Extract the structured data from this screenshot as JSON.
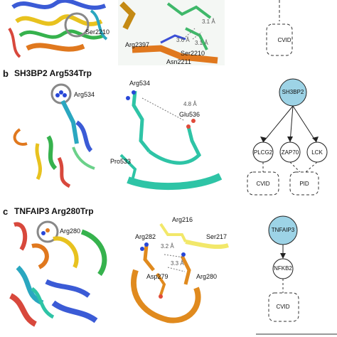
{
  "panels": [
    {
      "letter": "",
      "title": "",
      "structure_labels": [
        "Ser2210"
      ],
      "closeup_labels": [
        "Arg2397",
        "Ser2210",
        "Asn2211"
      ],
      "distances": [
        "3.1 Å",
        "3.6 Å",
        "3.1 Å"
      ],
      "network": {
        "nodes": [
          "CVID"
        ]
      }
    },
    {
      "letter": "b",
      "title": "SH3BP2 Arg534Trp",
      "structure_labels": [
        "Arg534"
      ],
      "closeup_labels": [
        "Arg534",
        "Glu536",
        "Pro533"
      ],
      "distances": [
        "4.8 Å"
      ],
      "network": {
        "nodes": [
          "SH3BP2",
          "PLCG2",
          "ZAP70",
          "LCK",
          "CVID",
          "PID"
        ]
      }
    },
    {
      "letter": "c",
      "title": "TNFAIP3 Arg280Trp",
      "structure_labels": [
        "Arg280"
      ],
      "closeup_labels": [
        "Arg282",
        "Arg216",
        "Ser217",
        "Asp279",
        "Arg280"
      ],
      "distances": [
        "3.2 Å",
        "3.3 Å"
      ],
      "network": {
        "nodes": [
          "TNFAIP3",
          "NFKB2",
          "CVID"
        ]
      }
    }
  ],
  "colors": {
    "gene_node_fill": "#9dd3e6",
    "node_stroke": "#222222",
    "teal_stick": "#2ec4a6",
    "orange_stick": "#e08a1e",
    "yellow_stick": "#f2e86a"
  }
}
